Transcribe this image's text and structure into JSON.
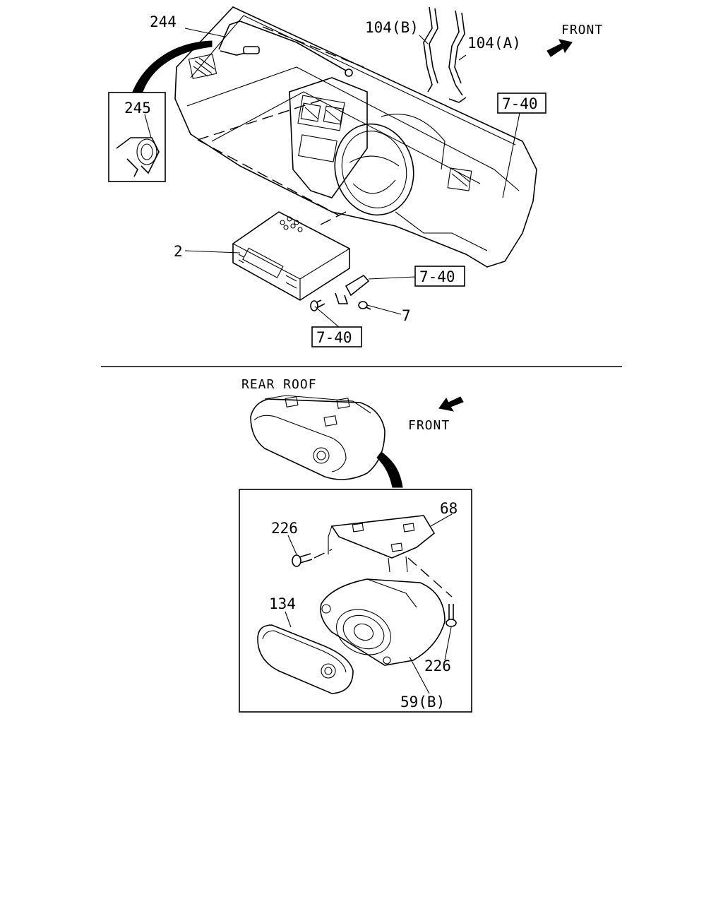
{
  "callouts": {
    "p244": "244",
    "p245": "245",
    "p104b": "104(B)",
    "p104a": "104(A)",
    "p2": "2",
    "p7": "7",
    "p68": "68",
    "p226_top": "226",
    "p226_bottom": "226",
    "p134": "134",
    "p59b": "59(B)"
  },
  "refs": {
    "r740_dash": "7-40",
    "r740_bracket": "7-40",
    "r740_screw": "7-40"
  },
  "directions": {
    "front_top": "FRONT",
    "front_bottom": "FRONT",
    "rear_roof": "REAR ROOF"
  },
  "icons": {
    "front_top_arrow": "arrow-up-right-icon",
    "front_bottom_arrow": "arrow-down-left-icon"
  }
}
